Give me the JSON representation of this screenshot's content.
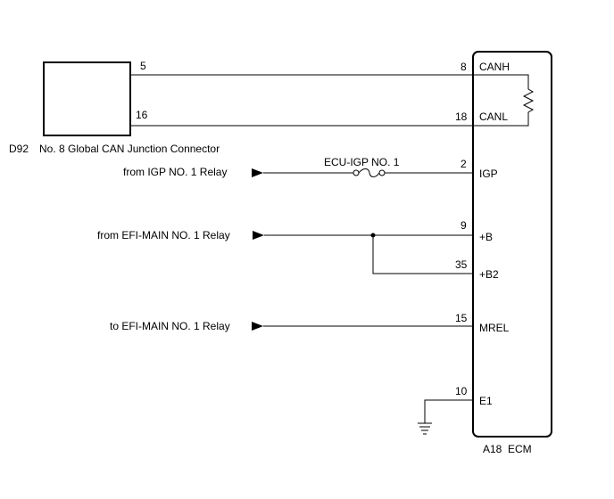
{
  "junction_connector": {
    "code": "D92",
    "name": "No. 8 Global CAN Junction Connector",
    "pin_canh": "5",
    "pin_canl": "16"
  },
  "ecm": {
    "code": "A18",
    "name": "ECM",
    "pins": [
      {
        "num": "8",
        "label": "CANH"
      },
      {
        "num": "18",
        "label": "CANL"
      },
      {
        "num": "2",
        "label": "IGP"
      },
      {
        "num": "9",
        "label": "+B"
      },
      {
        "num": "35",
        "label": "+B2"
      },
      {
        "num": "15",
        "label": "MREL"
      },
      {
        "num": "10",
        "label": "E1"
      }
    ]
  },
  "fuse": {
    "label": "ECU-IGP NO. 1"
  },
  "sources": {
    "igp": "from IGP NO. 1 Relay",
    "efi_b": "from EFI-MAIN NO. 1 Relay",
    "mrel": "to EFI-MAIN NO. 1 Relay"
  }
}
